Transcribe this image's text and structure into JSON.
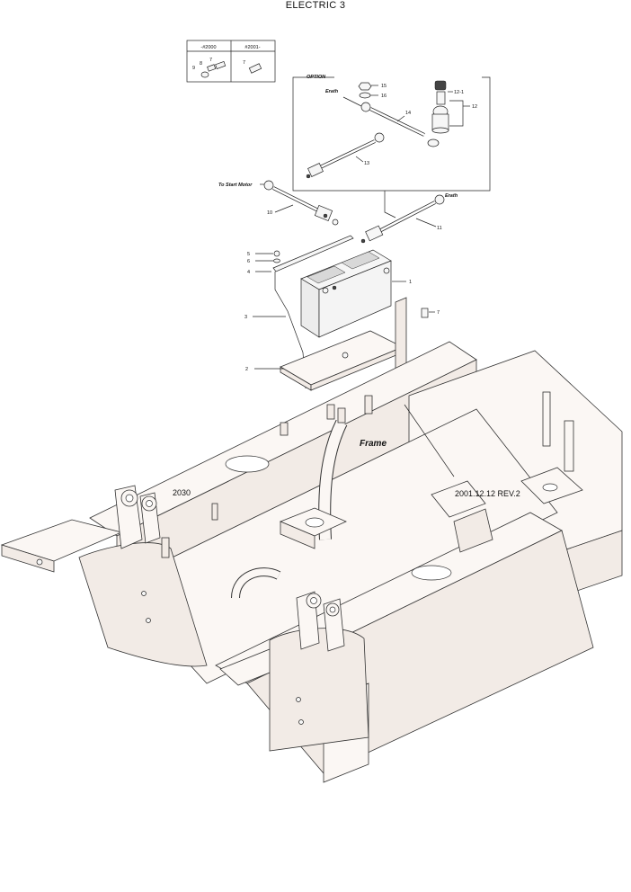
{
  "title": "ELECTRIC 3",
  "serial_table": {
    "headers": [
      "-#2000",
      "#2001-"
    ],
    "left_items": [
      "9",
      "8",
      "7"
    ],
    "right_items": [
      "7"
    ]
  },
  "option_box": {
    "label": "OPTION",
    "callouts": [
      "15",
      "16",
      "12-1",
      "12",
      "14",
      "13"
    ],
    "erath_label": "Erath"
  },
  "callouts": {
    "p1": "1",
    "p2": "2",
    "p3": "3",
    "p4": "4",
    "p5": "5",
    "p6": "6",
    "p7": "7",
    "p10": "10",
    "p11": "11"
  },
  "annotations": {
    "to_start_motor": "To Start Motor",
    "erath_main": "Erath",
    "frame": "Frame",
    "code_left": "2030",
    "revision": "2001.12.12 REV.2"
  }
}
